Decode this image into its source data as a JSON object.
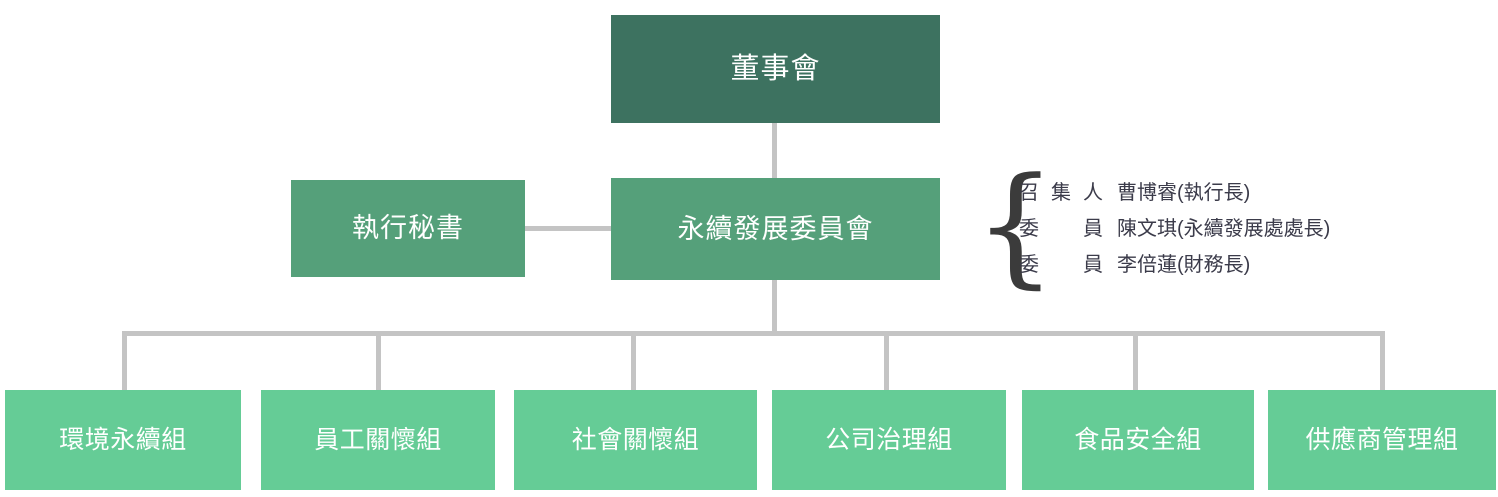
{
  "chart_type": "organization-chart",
  "colors": {
    "board": "#3d7260",
    "level2": "#55a07a",
    "group": "#65cc96",
    "connector": "#c4c4c4",
    "text_light": "#ffffff",
    "text_dark": "#3b3b4a",
    "background": "#ffffff"
  },
  "board": {
    "label": "董事會"
  },
  "level2": {
    "secretary": "執行秘書",
    "committee": "永續發展委員會"
  },
  "members": {
    "brace": "{",
    "rows": [
      {
        "role": "召集人",
        "role_chars": [
          "召",
          "集",
          "人"
        ],
        "name": "曹博睿(執行長)"
      },
      {
        "role": "委員",
        "role_chars": [
          "委",
          "員"
        ],
        "name": "陳文琪(永續發展處處長)"
      },
      {
        "role": "委員",
        "role_chars": [
          "委",
          "員"
        ],
        "name": "李倍蓮(財務長)"
      }
    ]
  },
  "groups": [
    {
      "label": "環境永續組"
    },
    {
      "label": "員工關懷組"
    },
    {
      "label": "社會關懷組"
    },
    {
      "label": "公司治理組"
    },
    {
      "label": "食品安全組"
    },
    {
      "label": "供應商管理組"
    }
  ]
}
